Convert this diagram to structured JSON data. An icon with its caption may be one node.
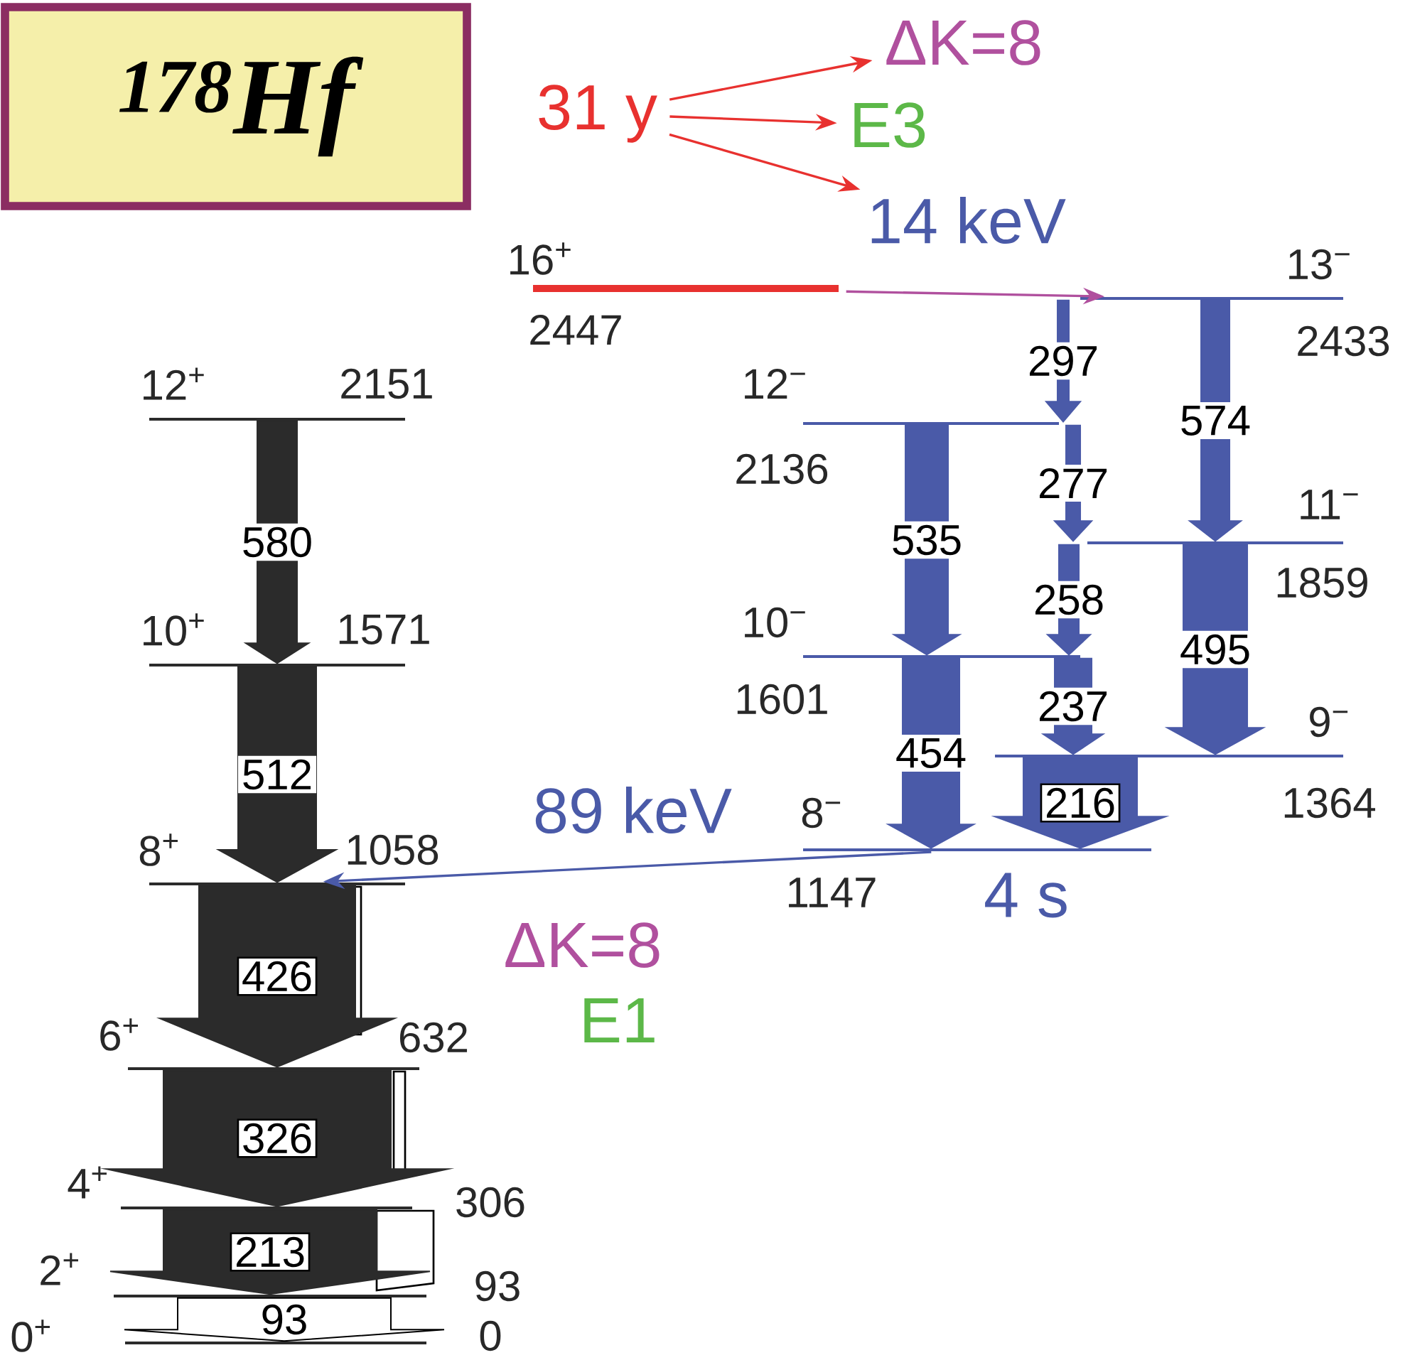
{
  "diagram": {
    "title": "$^{178}$Hf",
    "nodes": [
      {
        "text": [
          "12$^{+}$",
          "2151"
        ]
      },
      {
        "text": [
          "10$^{+}$",
          "1571"
        ]
      },
      {
        "text": [
          "8$^{+}$",
          "1058"
        ]
      },
      {
        "text": [
          "6$^{+}$",
          "632"
        ]
      },
      {
        "text": [
          "4$^{+}$",
          "306"
        ]
      },
      {
        "text": [
          "2$^{+}$",
          "93"
        ]
      },
      {
        "text": [
          "0$^{+}$",
          "0"
        ]
      },
      {
        "text": [
          "16$^{+}$",
          "2447"
        ]
      },
      {
        "text": [
          "13$^{−}$",
          "2433"
        ]
      },
      {
        "text": [
          "12$^{−}$",
          "2136"
        ]
      },
      {
        "text": [
          "11$^{−}$",
          "1859"
        ]
      },
      {
        "text": [
          "10$^{−}$",
          "1601"
        ]
      },
      {
        "text": [
          "9$^{−}$",
          "1364"
        ]
      },
      {
        "text": [
          "8$^{−}$",
          "1147"
        ],
        "beside": [
          "4 s"
        ]
      },
      {
        "text": [
          "31 y"
        ]
      },
      {
        "text": [
          "ΔK=8"
        ]
      },
      {
        "text": [
          "E3"
        ]
      },
      {
        "text": [
          "14 keV"
        ]
      }
    ],
    "edges": [
      {
        "from": 0,
        "to": 1,
        "arrow": "to",
        "label": "580",
        "style": "thick",
        "color": "#2b2b2b"
      },
      {
        "from": 1,
        "to": 2,
        "arrow": "to",
        "label": "512",
        "style": "thick",
        "color": "#2b2b2b"
      },
      {
        "from": 2,
        "to": 3,
        "arrow": "to",
        "label": "426",
        "style": "thick",
        "color": "#2b2b2b"
      },
      {
        "from": 3,
        "to": 4,
        "arrow": "to",
        "label": "326",
        "style": "thick",
        "color": "#2b2b2b"
      },
      {
        "from": 4,
        "to": 5,
        "arrow": "to",
        "label": "213",
        "style": "thick",
        "color": "#2b2b2b"
      },
      {
        "from": 5,
        "to": 6,
        "arrow": "to",
        "label": "93",
        "style": "thick",
        "color": "#2b2b2b"
      },
      {
        "from": 8,
        "to": 9,
        "arrow": "to",
        "label": "297",
        "style": "thick"
      },
      {
        "from": 9,
        "to": 10,
        "arrow": "to",
        "label": "277",
        "style": "thick"
      },
      {
        "from": 10,
        "to": 11,
        "arrow": "to",
        "label": "258",
        "style": "thick"
      },
      {
        "from": 11,
        "to": 12,
        "arrow": "to",
        "label": "237",
        "style": "thick"
      },
      {
        "from": 12,
        "to": 13,
        "arrow": "to",
        "label": "216",
        "style": "thick"
      },
      {
        "from": 9,
        "to": 11,
        "arrow": "to",
        "label": "535",
        "style": "thick"
      },
      {
        "from": 11,
        "to": 13,
        "arrow": "to",
        "label": "454",
        "style": "thick"
      },
      {
        "from": 8,
        "to": 10,
        "arrow": "to",
        "label": "574",
        "style": "thick"
      },
      {
        "from": 10,
        "to": 12,
        "arrow": "to",
        "label": "495",
        "style": "thick"
      },
      {
        "from": 13,
        "to": 2,
        "arrow": "to",
        "label": "89 keV",
        "color": "#4a5aa8"
      },
      {
        "from": 7,
        "to": 8,
        "arrow": "to",
        "color": "#b0509e"
      },
      {
        "from": 14,
        "to": 15,
        "arrow": "to",
        "color": "#e8312f"
      },
      {
        "from": 14,
        "to": 16,
        "arrow": "to",
        "color": "#e8312f"
      },
      {
        "from": 14,
        "to": 17,
        "arrow": "to",
        "color": "#e8312f"
      }
    ],
    "labels": [
      "ΔK=8",
      "E1"
    ]
  }
}
